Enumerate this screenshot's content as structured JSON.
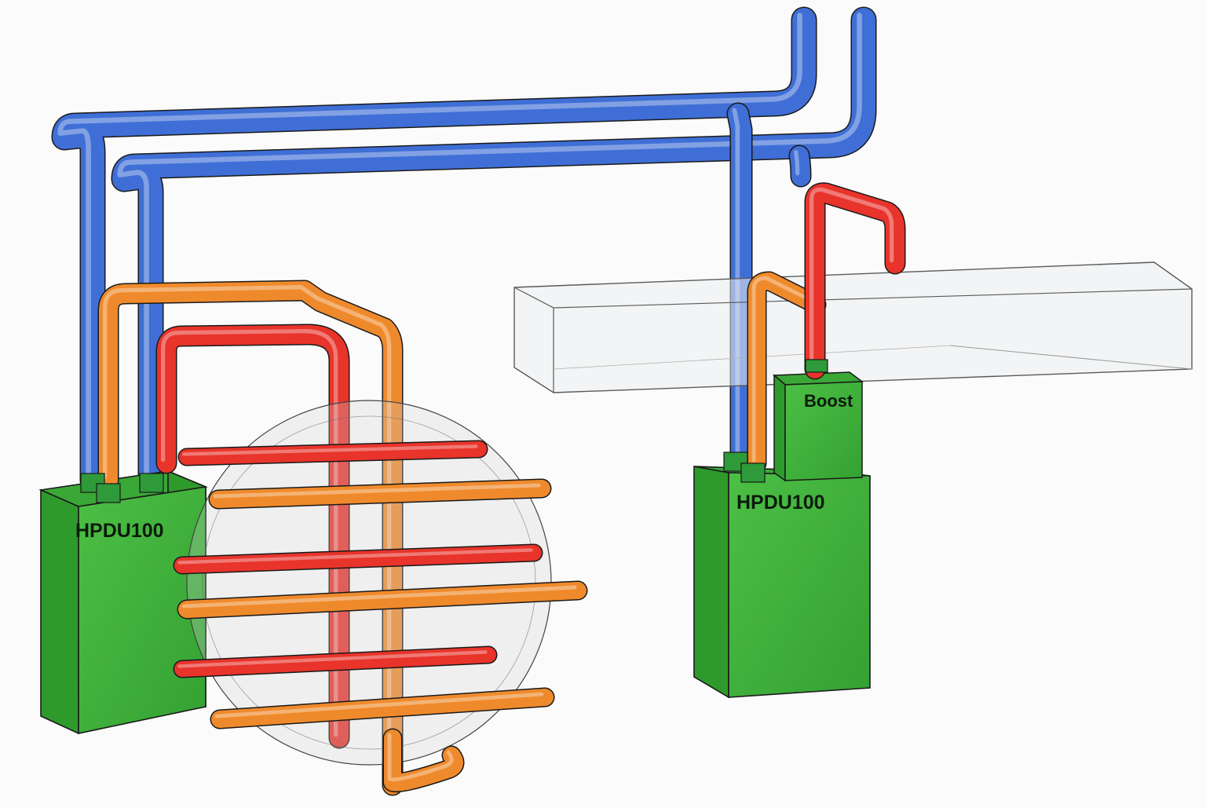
{
  "units": [
    {
      "id": "left",
      "label": "HPDU100"
    },
    {
      "id": "right",
      "label": "HPDU100"
    }
  ],
  "boost": {
    "label": "Boost"
  },
  "colors": {
    "supply_pipe": "#3f6fd6",
    "hot_pipe": "#e8342b",
    "warm_pipe": "#ef8a2c",
    "unit_body": "#3fae3b",
    "fitting": "#2e9a3a",
    "outline": "#1a1a1a",
    "bracket": "#dcdcdc",
    "duct": "#e6e8ea"
  },
  "icons": {
    "unit": "box-unit-icon",
    "pipe": "pipe-segment-icon",
    "bracket": "mounting-bracket-icon"
  }
}
